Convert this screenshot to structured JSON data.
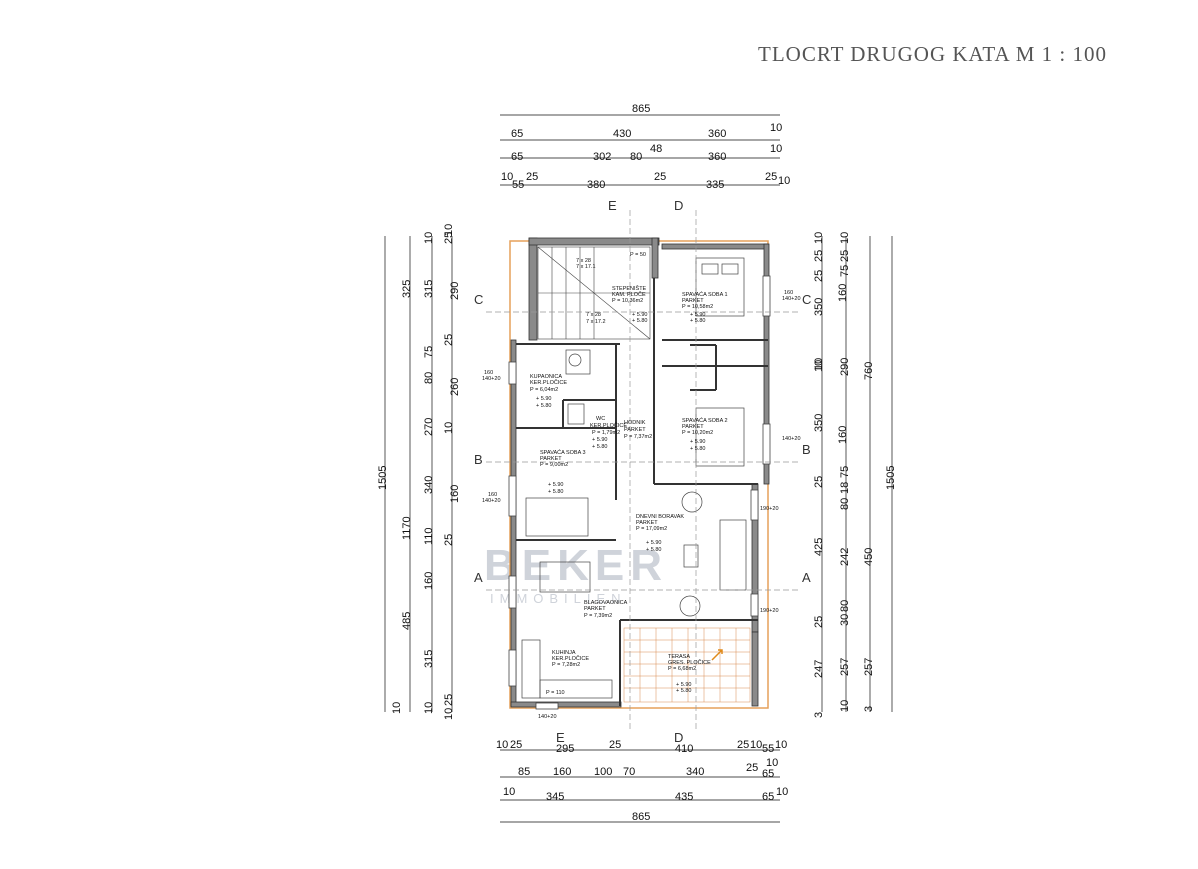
{
  "title": "TLOCRT   DRUGOG   KATA   M 1 : 100",
  "top_dims": {
    "row1": [
      "865"
    ],
    "row2": [
      "65",
      "430",
      "360",
      "10"
    ],
    "row3": [
      "65",
      "302",
      "80",
      "48",
      "360",
      "10"
    ],
    "row4": [
      "10",
      "55",
      "25",
      "380",
      "25",
      "335",
      "25",
      "10"
    ]
  },
  "bottom_dims": {
    "row1": [
      "10",
      "25",
      "295",
      "25",
      "410",
      "25",
      "10",
      "55",
      "10"
    ],
    "row2": [
      "85",
      "160",
      "100",
      "70",
      "340",
      "25",
      "10",
      "65"
    ],
    "row3": [
      "10",
      "345",
      "435",
      "65",
      "10"
    ],
    "row4": [
      "865"
    ]
  },
  "left_dims": {
    "outer": [
      "1505"
    ],
    "mid": [
      "1170",
      "325",
      "485",
      "10"
    ],
    "inner": [
      "10",
      "315",
      "75",
      "80",
      "270",
      "340",
      "110",
      "160",
      "315",
      "10"
    ],
    "innermost": [
      "25",
      "10",
      "290",
      "25",
      "260",
      "10",
      "160",
      "25",
      "25",
      "10"
    ]
  },
  "right_dims": {
    "outer": [
      "1505"
    ],
    "mid": [
      "760",
      "450",
      "257",
      "3"
    ],
    "inner": [
      "25",
      "10",
      "75",
      "350",
      "10",
      "290",
      "350",
      "75",
      "18",
      "80",
      "242",
      "30",
      "80",
      "257",
      "10"
    ],
    "innermost": [
      "25",
      "10",
      "25",
      "160",
      "10",
      "160",
      "25",
      "425",
      "25",
      "247",
      "3"
    ]
  },
  "section_marks": [
    "E",
    "D",
    "C",
    "B",
    "A"
  ],
  "rooms": [
    {
      "name": "STEPENIŠTE",
      "finish": "KAM. PLOČE",
      "area": "P = 10,36m2",
      "levels": [
        "+ 5.90",
        "+ 5.80"
      ]
    },
    {
      "name": "SPAVAĆA SOBA 1",
      "finish": "PARKET",
      "area": "P = 10,58m2",
      "levels": [
        "+ 5.90",
        "+ 5.80"
      ]
    },
    {
      "name": "KUPAONICA",
      "finish": "KER.PLOČICE",
      "area": "P = 6,04m2",
      "levels": [
        "+ 5.90",
        "+ 5.80"
      ]
    },
    {
      "name": "WC",
      "finish": "KER.PLOČICE",
      "area": "P = 1,79m2",
      "levels": [
        "+ 5.90",
        "+ 5.80"
      ]
    },
    {
      "name": "HODNIK",
      "finish": "PARKET",
      "area": "P = 7,37m2",
      "levels": []
    },
    {
      "name": "SPAVAĆA SOBA 2",
      "finish": "PARKET",
      "area": "P = 10,20m2",
      "levels": [
        "+ 5.90",
        "+ 5.80"
      ]
    },
    {
      "name": "SPAVAĆA SOBA 3",
      "finish": "PARKET",
      "area": "P = 9,00m2",
      "levels": [
        "+ 5.90",
        "+ 5.80"
      ]
    },
    {
      "name": "DNEVNI BORAVAK",
      "finish": "PARKET",
      "area": "P = 17,09m2",
      "levels": [
        "+ 5.90",
        "+ 5.80"
      ]
    },
    {
      "name": "BLAGOVAONICA",
      "finish": "PARKET",
      "area": "P = 7,39m2",
      "levels": []
    },
    {
      "name": "KUHINJA",
      "finish": "KER.PLOČICE",
      "area": "P = 7,28m2",
      "levels": []
    },
    {
      "name": "TERASA",
      "finish": "GRES. PLOČICE",
      "area": "P = 6,68m2",
      "levels": [
        "+ 5.90",
        "+ 5.80"
      ]
    }
  ],
  "stair_notes": [
    "7 x 28",
    "7 x 17.1",
    "7 x 28",
    "7 x 17.2",
    "P = 50"
  ],
  "window_notes": [
    "140+20",
    "140+20",
    "140+20",
    "140+20",
    "190+20",
    "190+20",
    "140+20",
    "160",
    "160",
    "160",
    "P = 110"
  ],
  "watermark": {
    "brand": "BEKER",
    "sub": "IMMOBILIEN"
  },
  "colors": {
    "wall": "#3a3a3a",
    "wall_fill": "#8a8a8a",
    "outline": "#e5a15a",
    "accent_arrow": "#e08a1a",
    "watermark": "#cfd3da"
  }
}
